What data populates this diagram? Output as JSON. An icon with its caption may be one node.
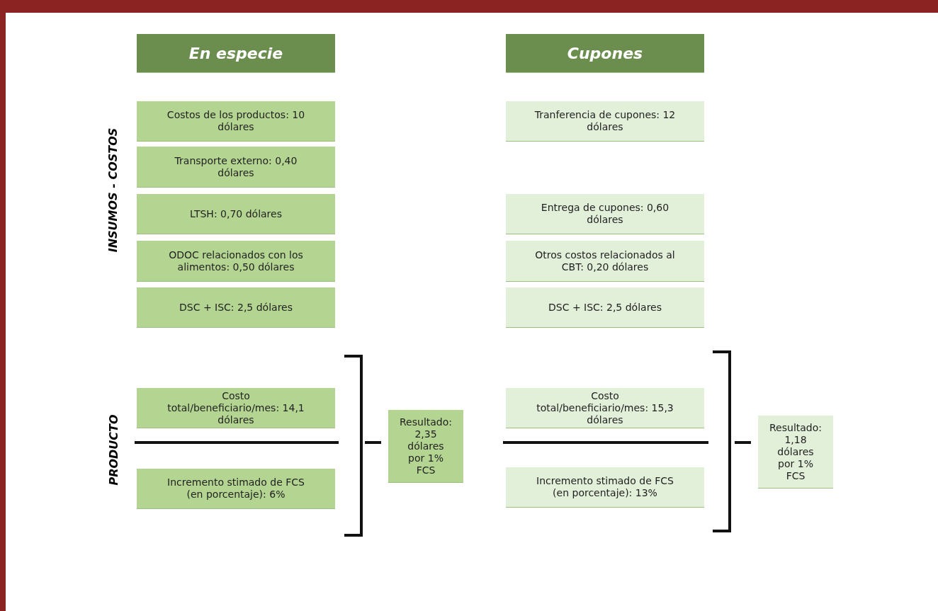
{
  "diagram": {
    "nodes": [
      {
        "text": [
          "En especie"
        ]
      },
      {
        "text": [
          "Cupones"
        ]
      },
      {
        "text": [
          "Costos de los productos: 10 dólares"
        ]
      },
      {
        "text": [
          "Tranferencia de cupones: 12 dólares"
        ]
      },
      {
        "text": [
          "Transporte externo: 0,40 dólares"
        ]
      },
      {
        "text": [
          "LTSH: 0,70 dólares"
        ]
      },
      {
        "text": [
          "Entrega de cupones: 0,60 dólares"
        ]
      },
      {
        "text": [
          "ODOC relacionados con los alimentos: 0,50 dólares"
        ]
      },
      {
        "text": [
          "Otros costos relacionados al CBT: 0,20 dólares"
        ]
      },
      {
        "text": [
          "DSC + ISC: 2,5 dólares"
        ]
      },
      {
        "text": [
          "DSC + ISC: 2,5 dólares"
        ]
      },
      {
        "text": [
          "Costo total/beneficiario/mes: 14,1 dólares"
        ]
      },
      {
        "text": [
          "Incremento stimado de FCS (en porcentaje): 6%"
        ]
      },
      {
        "text": [
          "Resultado: 2,35 dólares por 1% FCS"
        ]
      },
      {
        "text": [
          "Costo total/beneficiario/mes: 15,3 dólares"
        ]
      },
      {
        "text": [
          "Incremento stimado de FCS (en porcentaje): 13%"
        ]
      },
      {
        "text": [
          "Resultado: 1,18 dólares por 1% FCS"
        ]
      }
    ],
    "labels": [
      "INSUMOS - COSTOS",
      "PRODUCTO"
    ]
  }
}
